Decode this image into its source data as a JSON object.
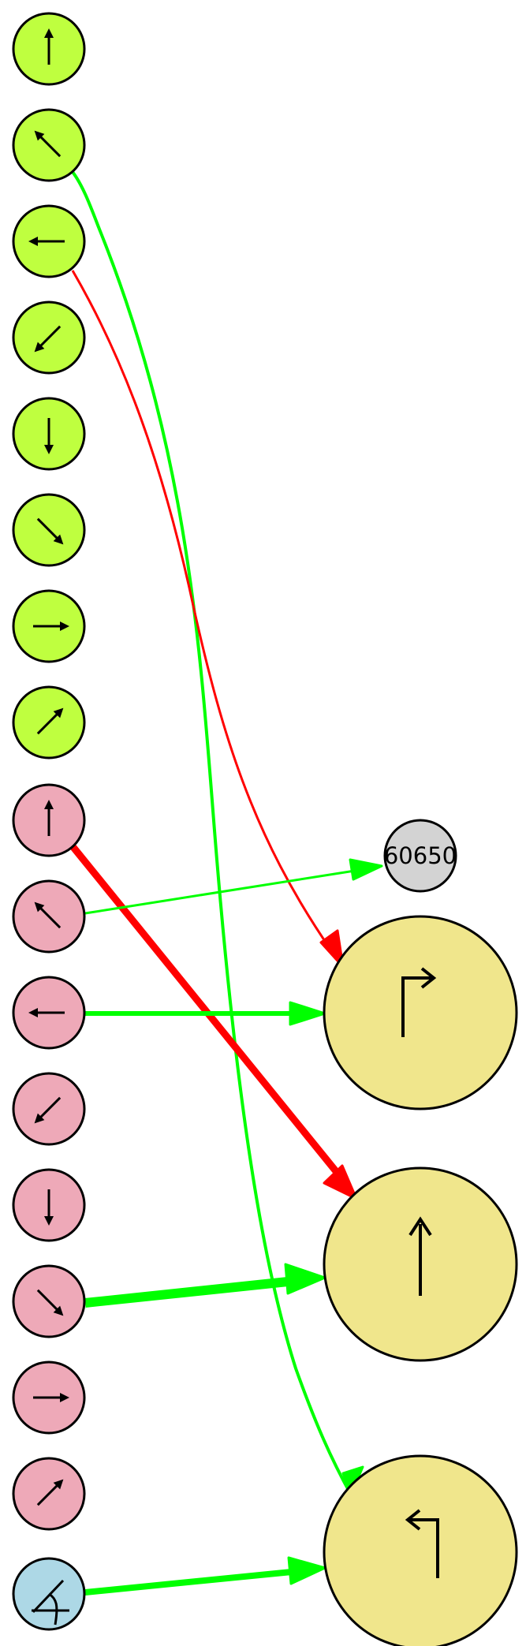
{
  "diagram": {
    "colors": {
      "green_node": "#BFFF3F",
      "pink_node": "#EEA9B8",
      "blue_node": "#ADD8E6",
      "yellow_node": "#F0E68C",
      "gray_node": "#D3D3D3",
      "edge_green": "#00FF00",
      "edge_red": "#FF0000",
      "stroke": "#000000"
    },
    "left_column": {
      "green": [
        {
          "id": "g-up",
          "icon": "arrow-up-icon"
        },
        {
          "id": "g-upleft",
          "icon": "arrow-up-left-icon"
        },
        {
          "id": "g-left",
          "icon": "arrow-left-icon"
        },
        {
          "id": "g-downleft",
          "icon": "arrow-down-left-icon"
        },
        {
          "id": "g-down",
          "icon": "arrow-down-icon"
        },
        {
          "id": "g-downright",
          "icon": "arrow-down-right-icon"
        },
        {
          "id": "g-right",
          "icon": "arrow-right-icon"
        },
        {
          "id": "g-upright",
          "icon": "arrow-up-right-icon"
        }
      ],
      "pink": [
        {
          "id": "p-up",
          "icon": "arrow-up-icon"
        },
        {
          "id": "p-upleft",
          "icon": "arrow-up-left-icon"
        },
        {
          "id": "p-left",
          "icon": "arrow-left-icon"
        },
        {
          "id": "p-downleft",
          "icon": "arrow-down-left-icon"
        },
        {
          "id": "p-down",
          "icon": "arrow-down-icon"
        },
        {
          "id": "p-downright",
          "icon": "arrow-down-right-icon"
        },
        {
          "id": "p-right",
          "icon": "arrow-right-icon"
        },
        {
          "id": "p-upright",
          "icon": "arrow-up-right-icon"
        }
      ],
      "blue": {
        "id": "b-angle",
        "icon": "angle-icon"
      }
    },
    "right_column": {
      "gray": {
        "id": "n60650",
        "label": "60650"
      },
      "yellow": [
        {
          "id": "y-turn-right",
          "icon": "turn-right-icon"
        },
        {
          "id": "y-straight",
          "icon": "arrow-up-icon"
        },
        {
          "id": "y-turn-left",
          "icon": "turn-left-icon"
        }
      ]
    },
    "edges": [
      {
        "from": "g-upleft",
        "to": "y-turn-left",
        "color": "green",
        "weight": "thin"
      },
      {
        "from": "g-left",
        "to": "y-turn-right",
        "color": "red",
        "weight": "thin"
      },
      {
        "from": "p-up",
        "to": "y-straight",
        "color": "red",
        "weight": "thick"
      },
      {
        "from": "p-upleft",
        "to": "n60650",
        "color": "green",
        "weight": "thin"
      },
      {
        "from": "p-left",
        "to": "y-turn-right",
        "color": "green",
        "weight": "medium"
      },
      {
        "from": "p-downright",
        "to": "y-straight",
        "color": "green",
        "weight": "thick"
      },
      {
        "from": "b-angle",
        "to": "y-turn-left",
        "color": "green",
        "weight": "thick"
      }
    ]
  }
}
